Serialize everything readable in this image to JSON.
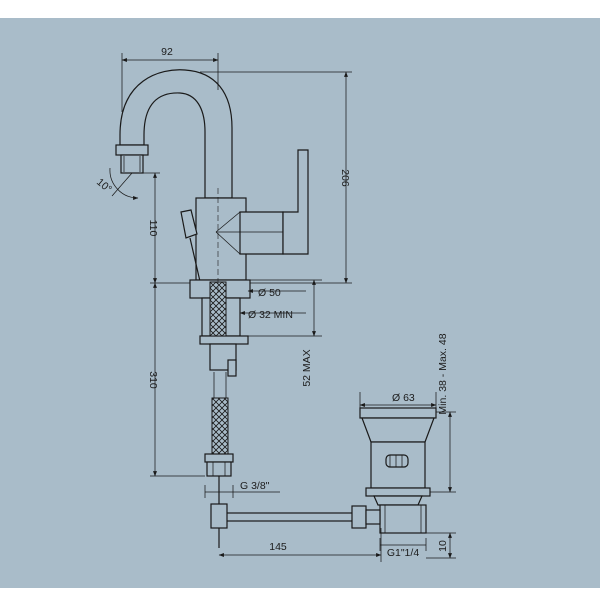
{
  "background_color": "#a9bcc9",
  "line_color": "#1a1a1a",
  "dimensions": {
    "spout_reach": "92",
    "total_height": "206",
    "spout_height": "110",
    "flange_diameter": "Ø 50",
    "hole_diameter": "Ø 32 MIN",
    "max_thickness": "52 MAX",
    "hose_length": "310",
    "hose_thread": "G 3/8\"",
    "waste_diameter": "Ø 63",
    "waste_thickness": "Min. 38 - Max. 48",
    "rod_length": "145",
    "waste_thread": "G1\"1/4",
    "waste_bottom": "10",
    "spray_angle": "10°"
  }
}
